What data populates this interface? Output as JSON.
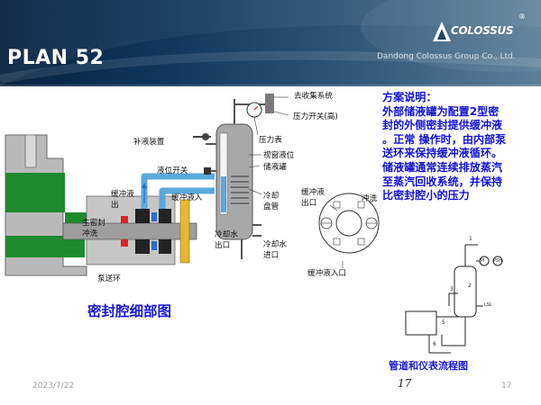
{
  "header": {
    "title": "PLAN 52",
    "logo_text": "COLOSSUS",
    "logo_mark": "®",
    "company": "Dandong Colossus Group Co., Ltd."
  },
  "colors": {
    "header_dark": "#08233f",
    "caption_blue": "#1a1ad6",
    "seal_green": "#1f8a2e",
    "pipe_blue": "#5aa9dc",
    "tank_gray": "#9a9a9a"
  },
  "diagram_labels": {
    "collect": "去收集系统",
    "pressure_switch": "压力开关(高)",
    "pressure_gauge": "压力表",
    "makeup": "补液装置",
    "level_sight": "视窗液位",
    "level_switch": "液位开关",
    "reservoir": "储液罐",
    "buffer_out": "缓冲液\n出",
    "buffer_in": "缓冲液入",
    "cooling_coil": "冷却\n盘管",
    "main_flush": "主密封\n冲洗",
    "cooling_out": "冷却水\n出口",
    "cooling_in": "冷却水\n进口",
    "pump_ring": "泵送环",
    "gland_buffer_out": "缓冲液\n出口",
    "gland_flush": "冲洗",
    "gland_buffer_in": "缓冲液入口"
  },
  "captions": {
    "seal_chamber": "密封腔细部图",
    "piping": "管道和仪表流程图"
  },
  "description": {
    "title": "方案说明：",
    "lines": [
      "外部储液罐为配置2型密",
      "封的外侧密封提供缓冲液",
      "。正常 操作时，由内部泵",
      "送环来保持缓冲液循环。",
      "储液罐通常连续排放蒸汽",
      "至蒸汽回收系统，并保持",
      "比密封腔小的压力"
    ]
  },
  "flow_labels": {
    "n1": "1",
    "n2": "2",
    "n3": "3",
    "n5": "5",
    "n6": "6",
    "pi": "PI",
    "psh": "PSH",
    "lsl": "LSL"
  },
  "footer": {
    "date": "2023/7/22",
    "center": "17",
    "page": "17"
  }
}
